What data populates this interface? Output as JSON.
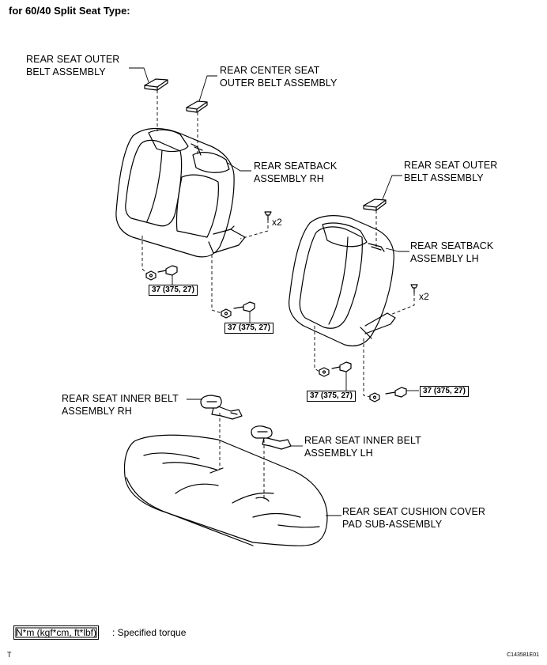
{
  "header": {
    "title": "for 60/40 Split Seat Type:"
  },
  "labels": {
    "outer_belt_rh_1": "REAR SEAT OUTER",
    "outer_belt_rh_2": "BELT ASSEMBLY",
    "center_belt_1": "REAR CENTER SEAT",
    "center_belt_2": "OUTER BELT ASSEMBLY",
    "seatback_rh_1": "REAR SEATBACK",
    "seatback_rh_2": "ASSEMBLY RH",
    "outer_belt_lh_1": "REAR SEAT OUTER",
    "outer_belt_lh_2": "BELT ASSEMBLY",
    "seatback_lh_1": "REAR SEATBACK",
    "seatback_lh_2": "ASSEMBLY LH",
    "inner_belt_rh_1": "REAR SEAT INNER BELT",
    "inner_belt_rh_2": "ASSEMBLY RH",
    "inner_belt_lh_1": "REAR SEAT INNER BELT",
    "inner_belt_lh_2": "ASSEMBLY LH",
    "cushion_1": "REAR SEAT CUSHION COVER",
    "cushion_2": "PAD SUB-ASSEMBLY",
    "qty_rh": "x2",
    "qty_lh": "x2"
  },
  "torques": {
    "t1": "37 (375, 27)",
    "t2": "37 (375, 27)",
    "t3": "37 (375, 27)",
    "t4": "37 (375, 27)"
  },
  "legend": {
    "unit": "N*m (kgf*cm, ft*lbf)",
    "text": ": Specified torque"
  },
  "footer": {
    "left": "T",
    "code": "C143581E01"
  }
}
